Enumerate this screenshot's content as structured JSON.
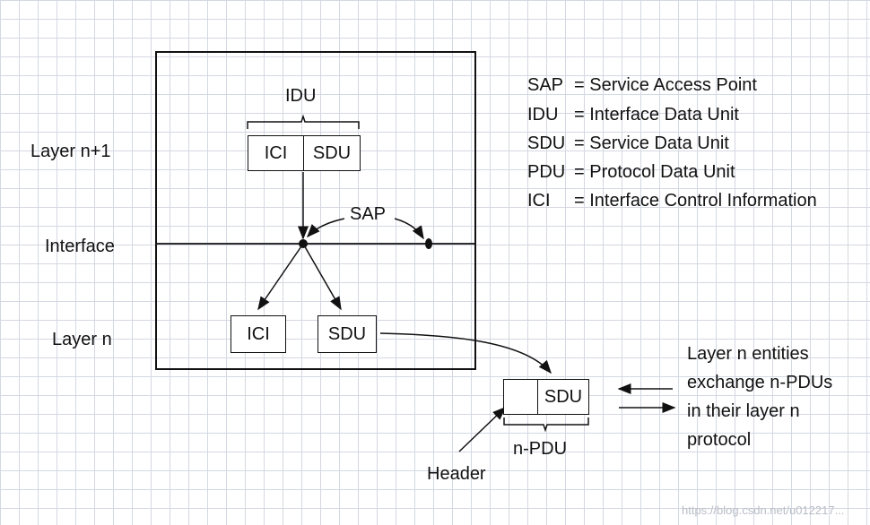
{
  "labels": {
    "layer_n1": "Layer n+1",
    "interface": "Interface",
    "layer_n": "Layer n",
    "idu": "IDU",
    "sap": "SAP",
    "ici": "ICI",
    "sdu": "SDU",
    "npdu": "n-PDU",
    "header": "Header"
  },
  "legend": [
    {
      "abbr": "SAP",
      "def": "= Service Access Point"
    },
    {
      "abbr": "IDU",
      "def": "= Interface Data Unit"
    },
    {
      "abbr": "SDU",
      "def": "= Service Data Unit"
    },
    {
      "abbr": "PDU",
      "def": "= Protocol Data Unit"
    },
    {
      "abbr": "ICI",
      "def": "= Interface Control Information"
    }
  ],
  "note": [
    "Layer n entities",
    "exchange n-PDUs",
    "in their layer n",
    "protocol"
  ],
  "watermark": "https://blog.csdn.net/u012217..."
}
